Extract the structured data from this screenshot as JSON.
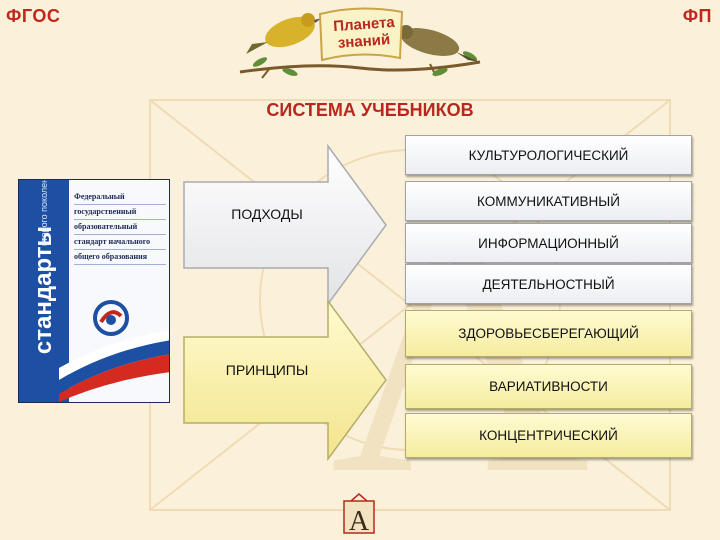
{
  "header": {
    "left_label": "ФГОС",
    "right_label": "ФП",
    "logo_line1": "Планета",
    "logo_line2": "знаний",
    "title": "СИСТЕМА  УЧЕБНИКОВ"
  },
  "book": {
    "spine_title": "стандарты",
    "spine_subtitle": "второго поколения",
    "cover_lines": [
      "Федеральный",
      "государственный",
      "образовательный",
      "стандарт начального",
      "общего образования"
    ]
  },
  "approaches": {
    "label": "ПОДХОДЫ",
    "items": [
      "КУЛЬТУРОЛОГИЧЕСКИЙ",
      "КОММУНИКАТИВНЫЙ",
      "ИНФОРМАЦИОННЫЙ",
      "ДЕЯТЕЛЬНОСТНЫЙ"
    ]
  },
  "principles": {
    "label": "ПРИНЦИПЫ",
    "items": [
      "ЗДОРОВЬЕСБЕРЕГАЮЩИЙ",
      "ВАРИАТИВНОСТИ",
      "КОНЦЕНТРИЧЕСКИЙ"
    ]
  },
  "colors": {
    "accent_red": "#c0281e",
    "background": "#fbf0d9",
    "approach_box": "#ffffff",
    "principle_box": "#f8f0aa"
  },
  "icons": {
    "logo": "birds-banner-logo",
    "emblem": "letter-a-emblem"
  }
}
